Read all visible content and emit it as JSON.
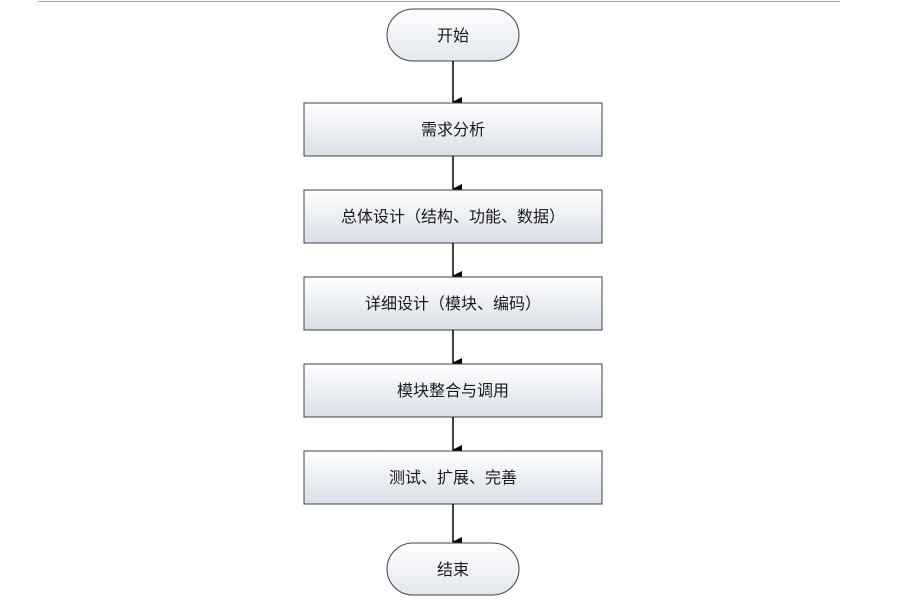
{
  "flowchart": {
    "start_label": "开始",
    "steps": [
      "需求分析",
      "总体设计（结构、功能、数据）",
      "详细设计（模块、编码）",
      "模块整合与调用",
      "测试、扩展、完善"
    ],
    "end_label": "结束"
  },
  "colors": {
    "node_fill_light": "#ffffff",
    "node_fill_dark": "#d9dfe8",
    "node_stroke": "#404040",
    "arrow": "#000000"
  }
}
